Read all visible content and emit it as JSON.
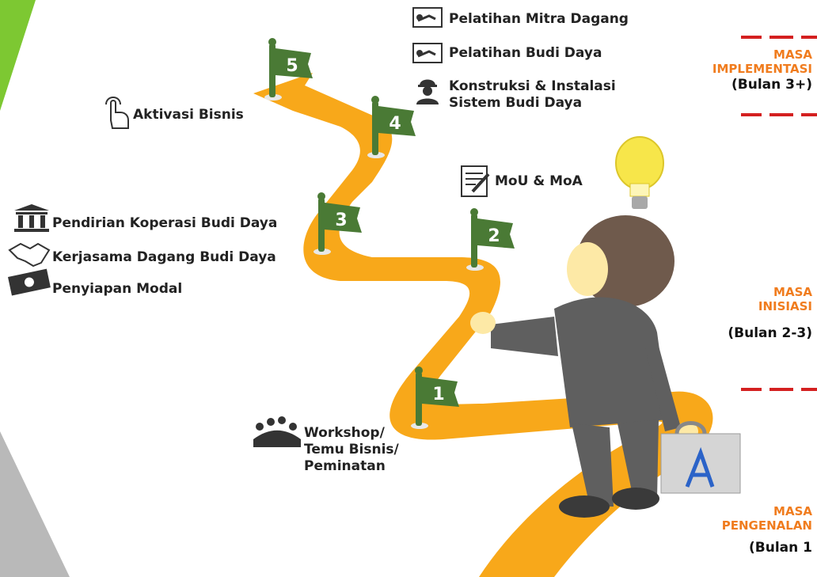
{
  "steps": [
    {
      "number": "1",
      "items": [
        "Workshop/",
        "Temu Bisnis/",
        "Peminatan"
      ]
    },
    {
      "number": "2",
      "items": [
        "MoU & MoA"
      ]
    },
    {
      "number": "3",
      "items": [
        "Pendirian Koperasi Budi Daya",
        "Kerjasama Dagang Budi Daya",
        "Penyiapan Modal"
      ]
    },
    {
      "number": "4",
      "items": [
        "Pelatihan Mitra Dagang",
        "Pelatihan Budi Daya",
        "Konstruksi & Instalasi",
        "Sistem Budi Daya"
      ]
    },
    {
      "number": "5",
      "items": [
        "Aktivasi Bisnis"
      ]
    }
  ],
  "phases": [
    {
      "title_line1": "MASA",
      "title_line2": "IMPLEMENTASI",
      "period": "(Bulan 3+)"
    },
    {
      "title_line1": "MASA",
      "title_line2": "INISIASI",
      "period": "(Bulan 2-3)"
    },
    {
      "title_line1": "MASA",
      "title_line2": "PENGENALAN",
      "period": "(Bulan 1"
    }
  ],
  "colors": {
    "road": "#f8a81a",
    "flag": "#4a7a35",
    "phase_title": "#f07c1e",
    "dash": "#d42020",
    "accent_green": "#7dc832",
    "gray_wedge": "#b9b9b9"
  }
}
